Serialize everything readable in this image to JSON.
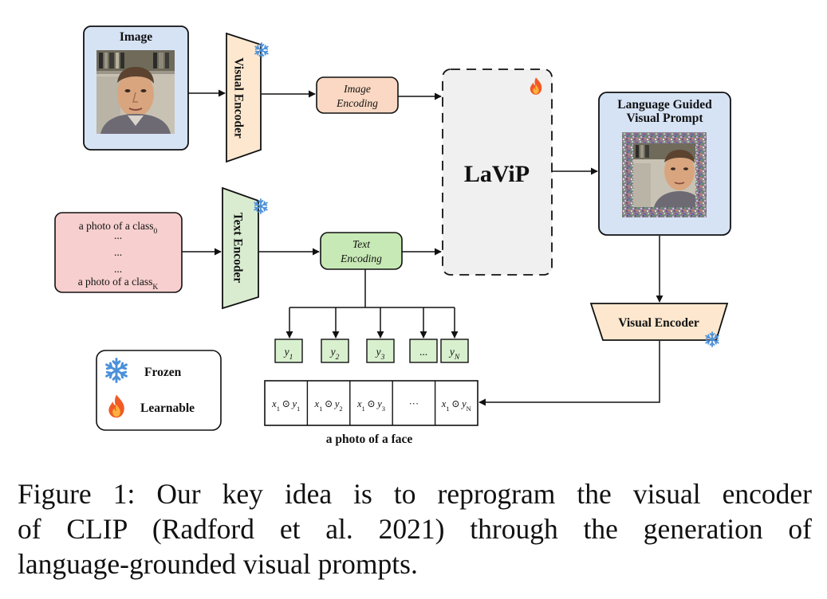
{
  "image_box": {
    "title": "Image"
  },
  "visual_encoder_top": {
    "label": "Visual Encoder"
  },
  "text_encoder": {
    "label": "Text Encoder"
  },
  "image_encoding": {
    "line1": "Image",
    "line2": "Encoding"
  },
  "text_encoding": {
    "line1": "Text",
    "line2": "Encoding"
  },
  "prompts": {
    "first": "a photo of a class",
    "first_sub": "0",
    "dots": "...",
    "last": "a photo of a class",
    "last_sub": "K"
  },
  "laviP": {
    "label": "LaViP"
  },
  "prompt_panel": {
    "line1": "Language Guided",
    "line2": "Visual Prompt"
  },
  "visual_encoder_bottom": {
    "label": "Visual  Encoder"
  },
  "class_tokens": [
    {
      "base": "y",
      "sub": "1"
    },
    {
      "base": "y",
      "sub": "2"
    },
    {
      "base": "y",
      "sub": "3"
    },
    {
      "base": "...",
      "sub": ""
    },
    {
      "base": "y",
      "sub": "N"
    }
  ],
  "similarity_cells": [
    {
      "a": "x",
      "asub": "1",
      "op": "⊙",
      "b": "y",
      "bsub": "1"
    },
    {
      "a": "x",
      "asub": "1",
      "op": "⊙",
      "b": "y",
      "bsub": "2"
    },
    {
      "a": "x",
      "asub": "1",
      "op": "⊙",
      "b": "y",
      "bsub": "3"
    },
    {
      "a": "",
      "asub": "",
      "op": "···",
      "b": "",
      "bsub": ""
    },
    {
      "a": "x",
      "asub": "1",
      "op": "⊙",
      "b": "y",
      "bsub": "N"
    }
  ],
  "result_label": "a photo of a face",
  "legend": {
    "frozen": "Frozen",
    "learnable": "Learnable"
  },
  "caption": {
    "line1": "Figure 1: Our key idea is to reprogram the visual encoder",
    "line2": "of CLIP (Radford et al. 2021) through the generation of",
    "line3": "language-grounded visual prompts."
  },
  "icons": {
    "frozen": "snowflake-icon",
    "learnable": "flame-icon"
  },
  "colors": {
    "image_box": "#d6e3f5",
    "visual_encoder": "#fde8cf",
    "text_encoder": "#d9ecd0",
    "prompt_box": "#f7cfcf",
    "image_encoding": "#fad8c3",
    "text_encoding": "#c7e9b5",
    "token": "#d9f0cf"
  }
}
